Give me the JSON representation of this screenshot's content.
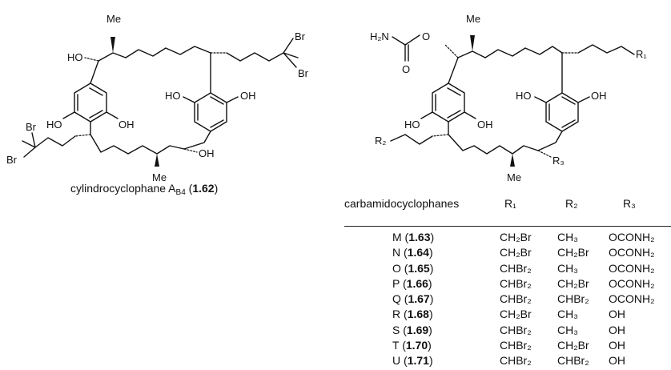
{
  "left_molecule": {
    "name_prefix": "cylindrocyclophane A",
    "name_sub": "B4",
    "compound_number": "1.62",
    "atom_labels": {
      "me_top": "Me",
      "me_bottom": "Me",
      "ho_left": "HO",
      "oh_right": "OH",
      "br_top_1": "Br",
      "br_top_2": "Br",
      "br_left_1": "Br",
      "br_left_2": "Br",
      "ho_ring_r": "HO",
      "oh_ring_r": "OH",
      "ho_ring_l": "HO",
      "oh_ring_l": "OH"
    }
  },
  "right_molecule": {
    "atom_labels": {
      "h2n": "H₂N",
      "o_carbonyl": "O",
      "o_ester": "O",
      "me_top": "Me",
      "me_bottom": "Me",
      "r1": "R₁",
      "r2": "R₂",
      "r3": "R₃",
      "ho_ring_r": "HO",
      "oh_ring_r": "OH",
      "ho_ring_l": "HO",
      "oh_ring_l": "OH"
    }
  },
  "table": {
    "title": "carbamidocyclophanes",
    "headers": [
      "R₁",
      "R₂",
      "R₃"
    ],
    "rows": [
      {
        "name": "M",
        "num": "1.63",
        "r1": "CH₂Br",
        "r2": "CH₃",
        "r3": "OCONH₂"
      },
      {
        "name": "N",
        "num": "1.64",
        "r1": "CH₂Br",
        "r2": "CH₂Br",
        "r3": "OCONH₂"
      },
      {
        "name": "O",
        "num": "1.65",
        "r1": "CHBr₂",
        "r2": "CH₃",
        "r3": "OCONH₂"
      },
      {
        "name": "P",
        "num": "1.66",
        "r1": "CHBr₂",
        "r2": "CH₂Br",
        "r3": "OCONH₂"
      },
      {
        "name": "Q",
        "num": "1.67",
        "r1": "CHBr₂",
        "r2": "CHBr₂",
        "r3": "OCONH₂"
      },
      {
        "name": "R",
        "num": "1.68",
        "r1": "CH₂Br",
        "r2": "CH₃",
        "r3": "OH"
      },
      {
        "name": "S",
        "num": "1.69",
        "r1": "CHBr₂",
        "r2": "CH₃",
        "r3": "OH"
      },
      {
        "name": "T",
        "num": "1.70",
        "r1": "CHBr₂",
        "r2": "CH₂Br",
        "r3": "OH"
      },
      {
        "name": "U",
        "num": "1.71",
        "r1": "CHBr₂",
        "r2": "CHBr₂",
        "r3": "OH"
      }
    ]
  }
}
